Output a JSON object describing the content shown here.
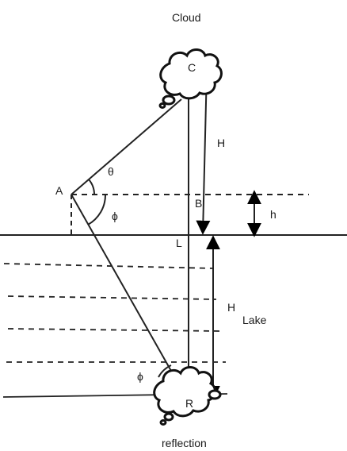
{
  "labels": {
    "cloud": "Cloud",
    "reflection": "reflection",
    "lake": "Lake",
    "point_a": "A",
    "point_b": "B",
    "point_c": "C",
    "point_l": "L",
    "point_r": "R",
    "height_upper": "H",
    "height_lower": "H",
    "height_small": "h",
    "angle_theta": "θ",
    "angle_phi_a": "ϕ",
    "angle_phi_r": "ϕ"
  },
  "colors": {
    "stroke": "#222222",
    "background": "#ffffff"
  }
}
